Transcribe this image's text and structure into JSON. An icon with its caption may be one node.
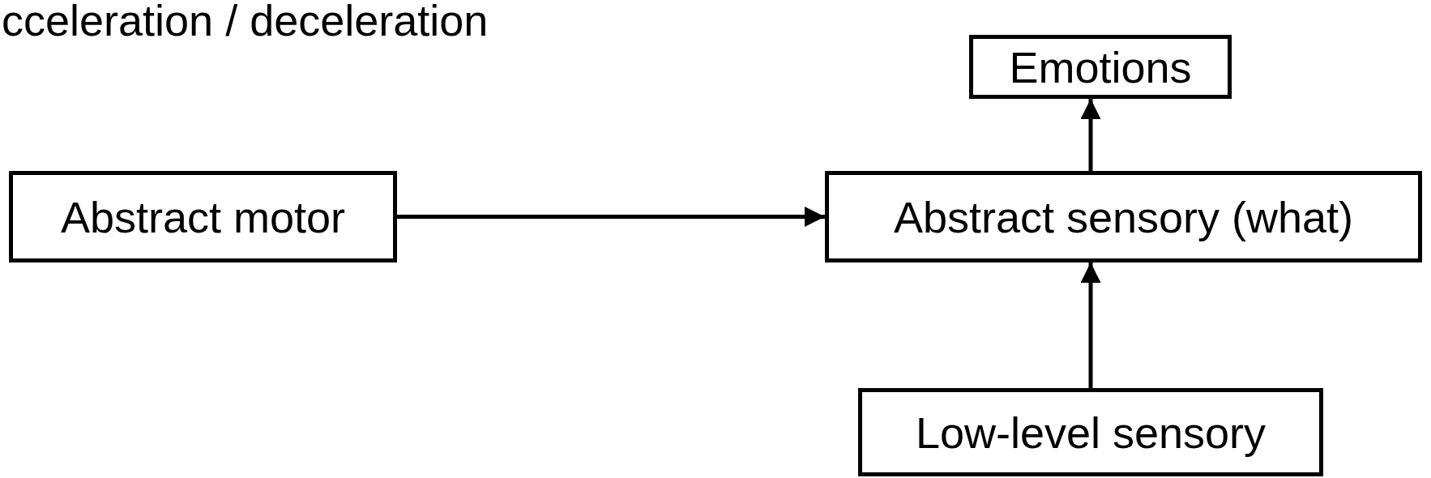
{
  "diagram": {
    "title": "cceleration / deceleration",
    "nodes": [
      {
        "text": [
          "Emotions"
        ]
      },
      {
        "text": [
          "Abstract motor"
        ]
      },
      {
        "text": [
          "Abstract sensory (what)"
        ]
      },
      {
        "text": [
          "Low-level sensory"
        ]
      }
    ],
    "edges": [
      {
        "from": 1,
        "to": 2,
        "arrow": "to"
      },
      {
        "from": 3,
        "to": 2,
        "arrow": "to"
      },
      {
        "from": 2,
        "to": 0,
        "arrow": "to"
      }
    ]
  }
}
